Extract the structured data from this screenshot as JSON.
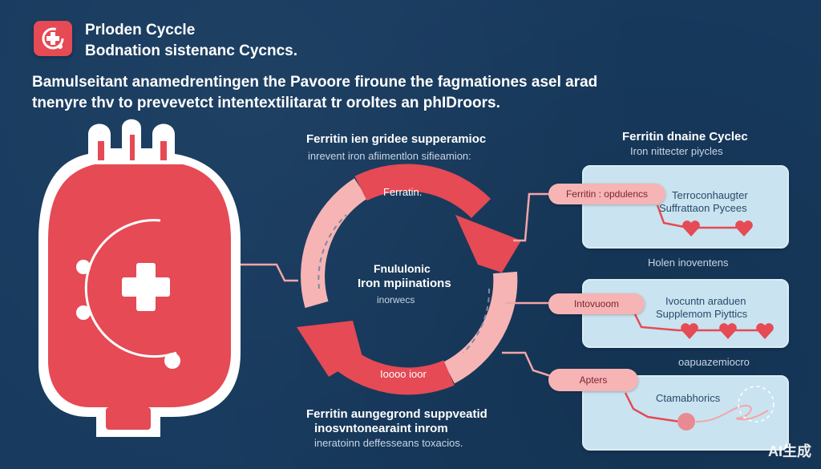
{
  "header": {
    "title": "Prloden Cyccle",
    "subtitle": "Bodnation sistenanc Cycncs."
  },
  "intro": {
    "line1": "Bamulseitant anamedrentingen the Pavoore firoune the fagmationes asel arad",
    "line2": "tnenyre thv to prevevetct intentextilitarat tr oroltes an phIDroors."
  },
  "center": {
    "top_label": "Ferritin ien gridee supperamioc",
    "top_sub": "inrevent iron afiimentlon sifieamion:",
    "ring_top_label": "Ferratin.",
    "center_label_1": "Fnululonic",
    "center_label_2": "Iron mpiinations",
    "center_label_3": "inorwecs",
    "ring_bottom_label": "Ioooo ioor",
    "bottom_label_1": "Ferritin aungegrond suppveatid",
    "bottom_label_2": "inosvntonearaint inrom",
    "bottom_sub": "ineratoinn deffesseans toxacios."
  },
  "right": {
    "top_title": "Ferritin dnaine Cyclec",
    "top_sub": "Iron nittecter piycles",
    "panel1": {
      "pill": "Ferritin : opdulencs",
      "line1": "Terroconhaugter",
      "line2": "Suffrattaon Pycees"
    },
    "mid_label": "Holen inoventens",
    "panel2": {
      "pill": "Intovuoom",
      "line1": "Ivocuntn araduen",
      "line2": "Supplemom Piyttics"
    },
    "bottom_label": "oapuazemiocro",
    "panel3": {
      "pill": "Apters",
      "line1": "Ctamabhorics"
    }
  },
  "watermark": "AI生成",
  "icons": [
    "medical-cross-icon",
    "blood-bag-icon",
    "heart-icon"
  ],
  "colors": {
    "background": "#173a5e",
    "accent_red": "#e54a55",
    "light_red": "#f7b4b4",
    "panel": "#c9e3f0",
    "panel_text": "#284a6b"
  }
}
